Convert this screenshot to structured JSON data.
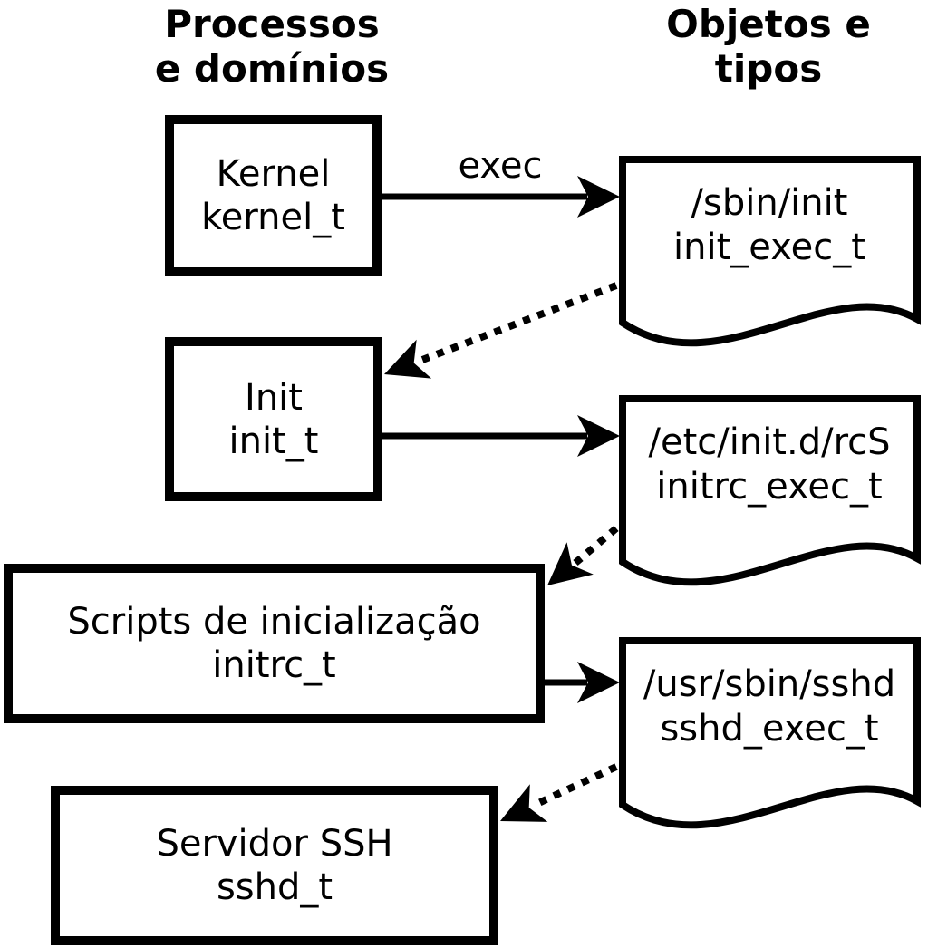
{
  "headers": {
    "left_line1": "Processos",
    "left_line2": "e domínios",
    "right_line1": "Objetos e",
    "right_line2": "tipos"
  },
  "process_nodes": [
    {
      "label": "Kernel",
      "type": "kernel_t"
    },
    {
      "label": "Init",
      "type": "init_t"
    },
    {
      "label": "Scripts de inicialização",
      "type": "initrc_t"
    },
    {
      "label": "Servidor SSH",
      "type": "sshd_t"
    }
  ],
  "object_nodes": [
    {
      "path": "/sbin/init",
      "type": "init_exec_t"
    },
    {
      "path": "/etc/init.d/rcS",
      "type": "initrc_exec_t"
    },
    {
      "path": "/usr/sbin/sshd",
      "type": "sshd_exec_t"
    }
  ],
  "edge_labels": {
    "exec": "exec"
  },
  "edges": [
    {
      "from": "kernel_t",
      "to": "init_exec_t",
      "style": "solid",
      "label": "exec"
    },
    {
      "from": "init_exec_t",
      "to": "init_t",
      "style": "dotted",
      "label": ""
    },
    {
      "from": "init_t",
      "to": "initrc_exec_t",
      "style": "solid",
      "label": ""
    },
    {
      "from": "initrc_exec_t",
      "to": "initrc_t",
      "style": "dotted",
      "label": ""
    },
    {
      "from": "initrc_t",
      "to": "sshd_exec_t",
      "style": "solid",
      "label": ""
    },
    {
      "from": "sshd_exec_t",
      "to": "sshd_t",
      "style": "dotted",
      "label": ""
    }
  ],
  "colors": {
    "line": "#000000",
    "text": "#000000",
    "background": "#ffffff"
  }
}
